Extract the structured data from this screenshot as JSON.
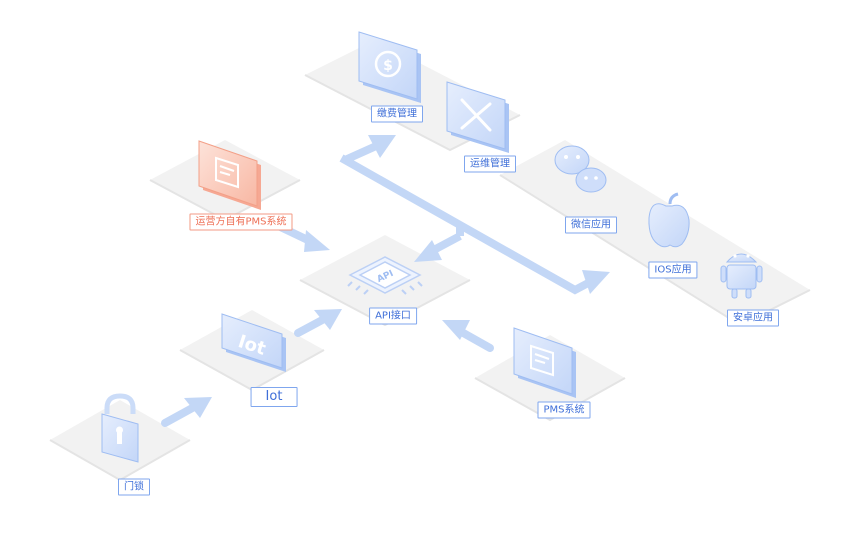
{
  "nodes": {
    "door_lock": {
      "label": "门锁"
    },
    "iot": {
      "label": "Iot",
      "icon_text": "Iot"
    },
    "api": {
      "label": "API接口",
      "chip_text": "API"
    },
    "operator_pms": {
      "label": "运营方自有PMS系统"
    },
    "pms": {
      "label": "PMS系统"
    },
    "billing": {
      "label": "缴费管理"
    },
    "maintenance": {
      "label": "运维管理"
    },
    "wechat": {
      "label": "微信应用"
    },
    "ios": {
      "label": "IOS应用"
    },
    "android": {
      "label": "安卓应用"
    }
  },
  "colors": {
    "accent_blue": "#5b8ff0",
    "icon_fill": "#d6e4fb",
    "arrow": "#c3d7f6",
    "orange": "#ee6f55",
    "platform": "#f2f2f2"
  }
}
